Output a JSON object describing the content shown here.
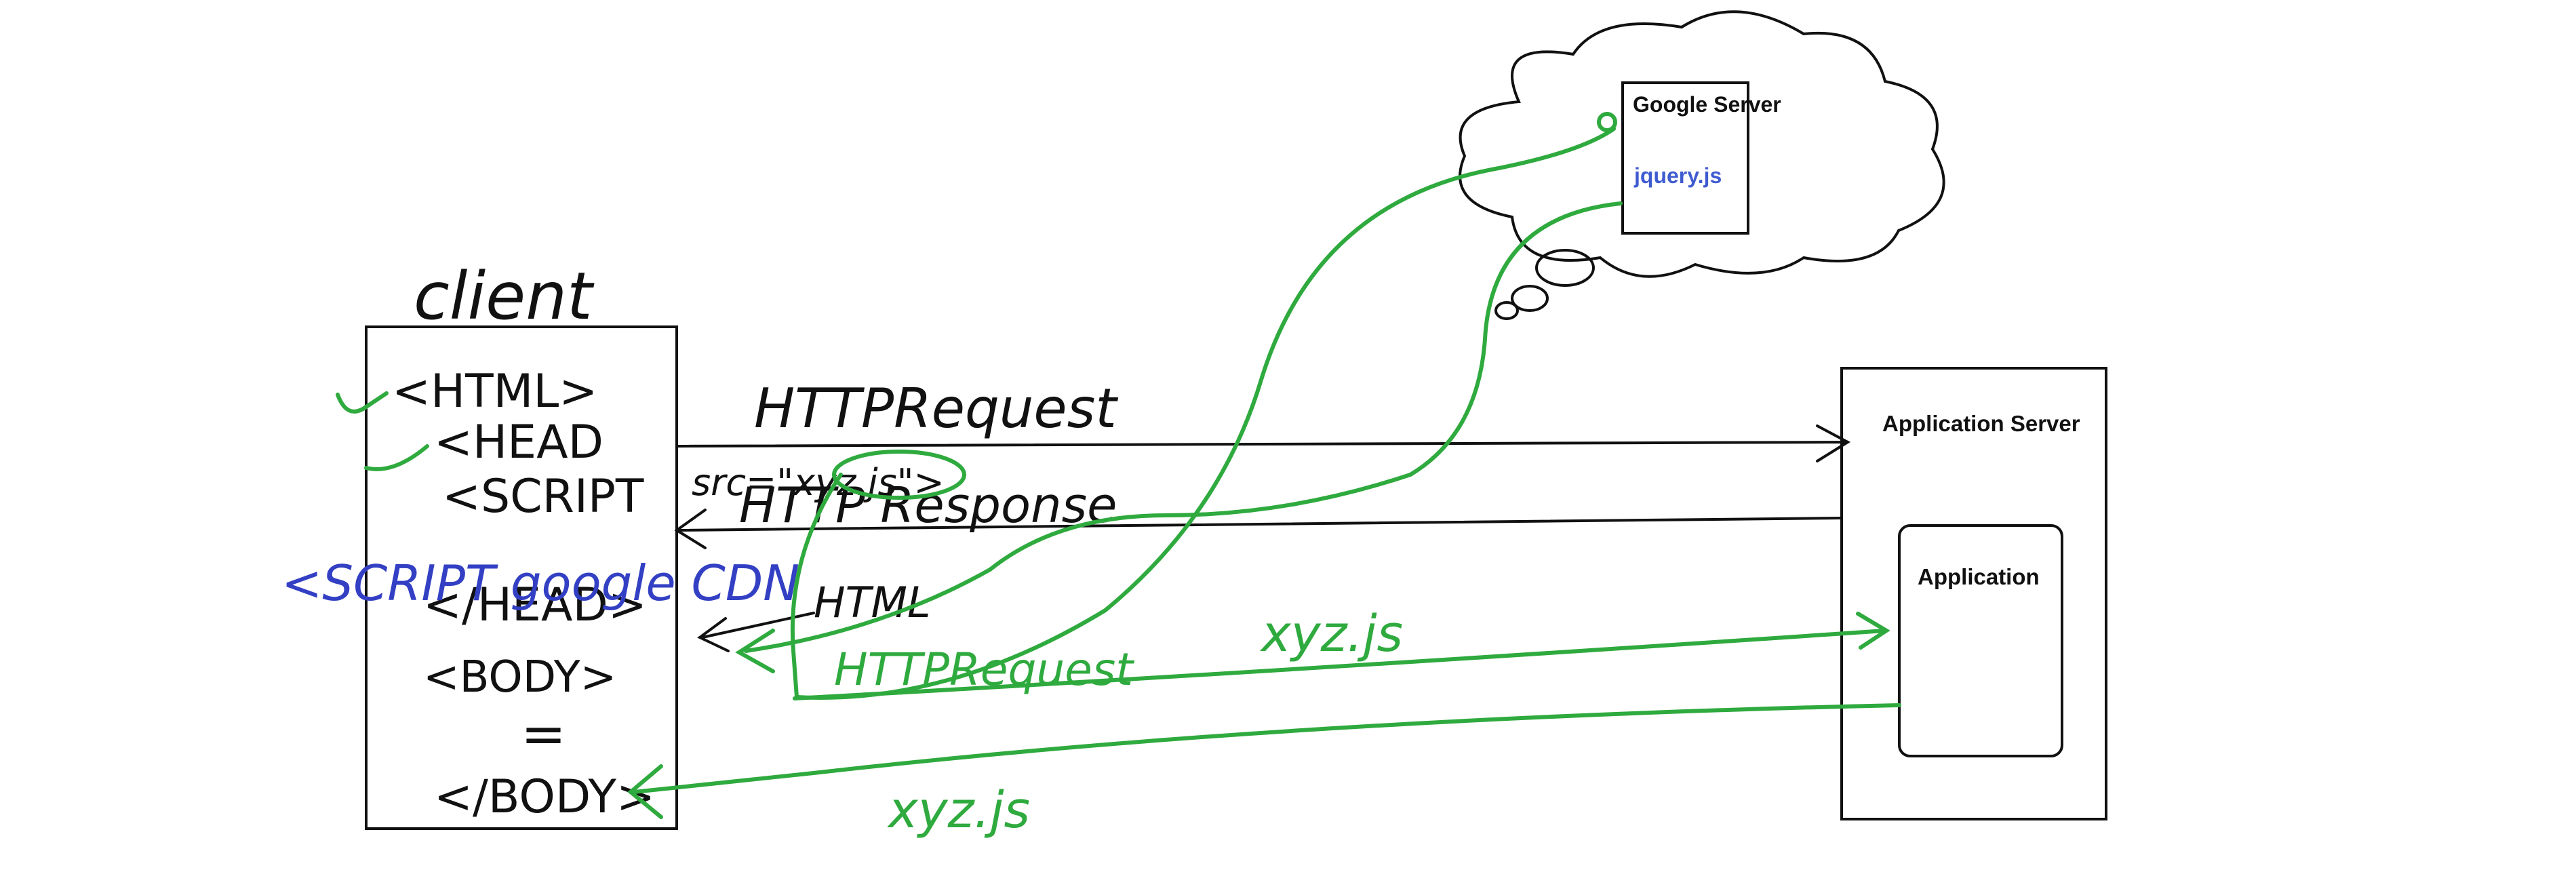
{
  "labels": {
    "client": "client",
    "google_server": "Google Server",
    "jquery": "jquery.js",
    "application_server": "Application Server",
    "application": "Application",
    "http_request": "HTTPRequest",
    "http_response": "HTTP Response",
    "src": "src=\"xyz.js\">",
    "html_response": "HTML",
    "green_request": "HTTPRequest",
    "green_file_1": "xyz.js",
    "green_file_2": "xyz.js",
    "google_cdn": "<SCRIPT google CDN"
  },
  "code_lines": [
    {
      "id": "html-open",
      "text": "<HTML>"
    },
    {
      "id": "head-open",
      "text": "<HEAD"
    },
    {
      "id": "script",
      "text": "<SCRIPT"
    },
    {
      "id": "head-close",
      "text": "</HEAD>"
    },
    {
      "id": "body-open",
      "text": "<BODY>"
    },
    {
      "id": "body-content",
      "text": "="
    },
    {
      "id": "body-close",
      "text": "</BODY>"
    }
  ],
  "colors": {
    "ink": "#111111",
    "green": "#2faa3e",
    "blue": "#3340c4",
    "label_blue": "#3f5bd0"
  }
}
